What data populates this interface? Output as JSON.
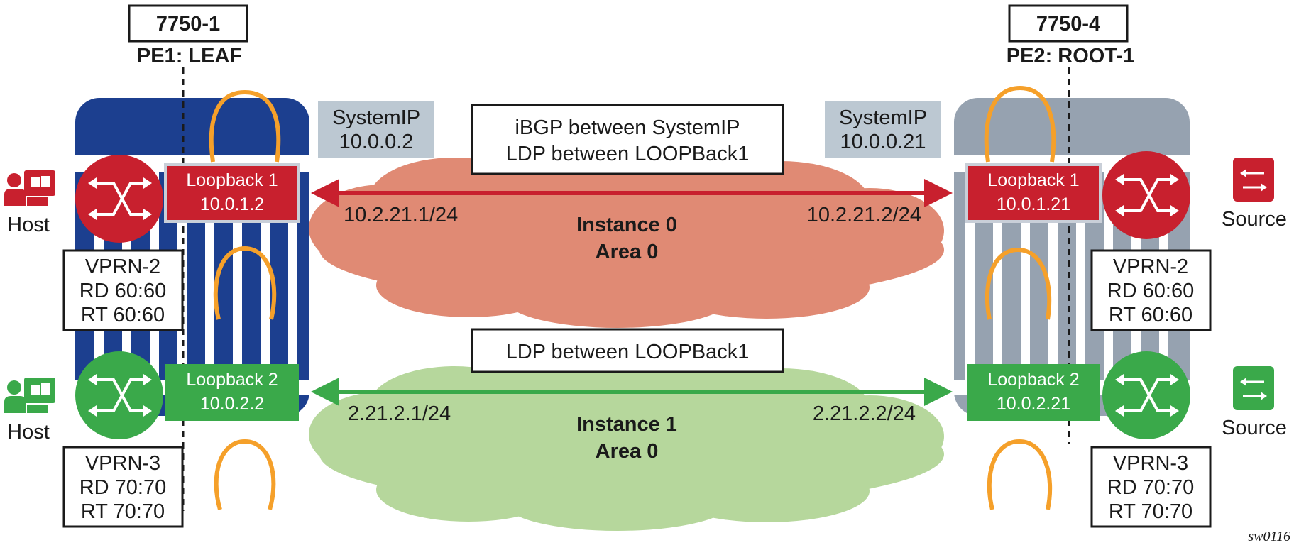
{
  "nodes": {
    "left": {
      "name": "7750-1",
      "role": "PE1: LEAF",
      "system_ip_label": "SystemIP",
      "system_ip": "10.0.0.2",
      "loopback1": {
        "label": "Loopback 1",
        "ip": "10.0.1.2"
      },
      "loopback2": {
        "label": "Loopback 2",
        "ip": "10.0.2.2"
      },
      "vprn2": {
        "name": "VPRN-2",
        "rd": "RD 60:60",
        "rt": "RT 60:60"
      },
      "vprn3": {
        "name": "VPRN-3",
        "rd": "RD 70:70",
        "rt": "RT 70:70"
      },
      "endpoint_top": "Host",
      "endpoint_bottom": "Host"
    },
    "right": {
      "name": "7750-4",
      "role": "PE2: ROOT-1",
      "system_ip_label": "SystemIP",
      "system_ip": "10.0.0.21",
      "loopback1": {
        "label": "Loopback 1",
        "ip": "10.0.1.21"
      },
      "loopback2": {
        "label": "Loopback 2",
        "ip": "10.0.2.21"
      },
      "vprn2": {
        "name": "VPRN-2",
        "rd": "RD 60:60",
        "rt": "RT 60:60"
      },
      "vprn3": {
        "name": "VPRN-3",
        "rd": "RD 70:70",
        "rt": "RT 70:70"
      },
      "endpoint_top": "Source",
      "endpoint_bottom": "Source"
    }
  },
  "links": {
    "top": {
      "note_line1": "iBGP between SystemIP",
      "note_line2": "LDP between LOOPBack1",
      "left_ip": "10.2.21.1/24",
      "right_ip": "10.2.21.2/24",
      "instance": "Instance 0",
      "area": "Area 0"
    },
    "bottom": {
      "note_line1": "LDP between LOOPBack1",
      "left_ip": "2.21.2.1/24",
      "right_ip": "2.21.2.2/24",
      "instance": "Instance 1",
      "area": "Area 0"
    }
  },
  "figure_id": "sw0116",
  "colors": {
    "left_chassis": "#1c3f8f",
    "right_chassis": "#96a2b0",
    "red": "#c8202e",
    "green": "#3aa94a",
    "cloud_red": "#e08a74",
    "cloud_green": "#b6d79c",
    "system_ip_box": "#bcc8d2",
    "orange_ring": "#f5a02a"
  }
}
